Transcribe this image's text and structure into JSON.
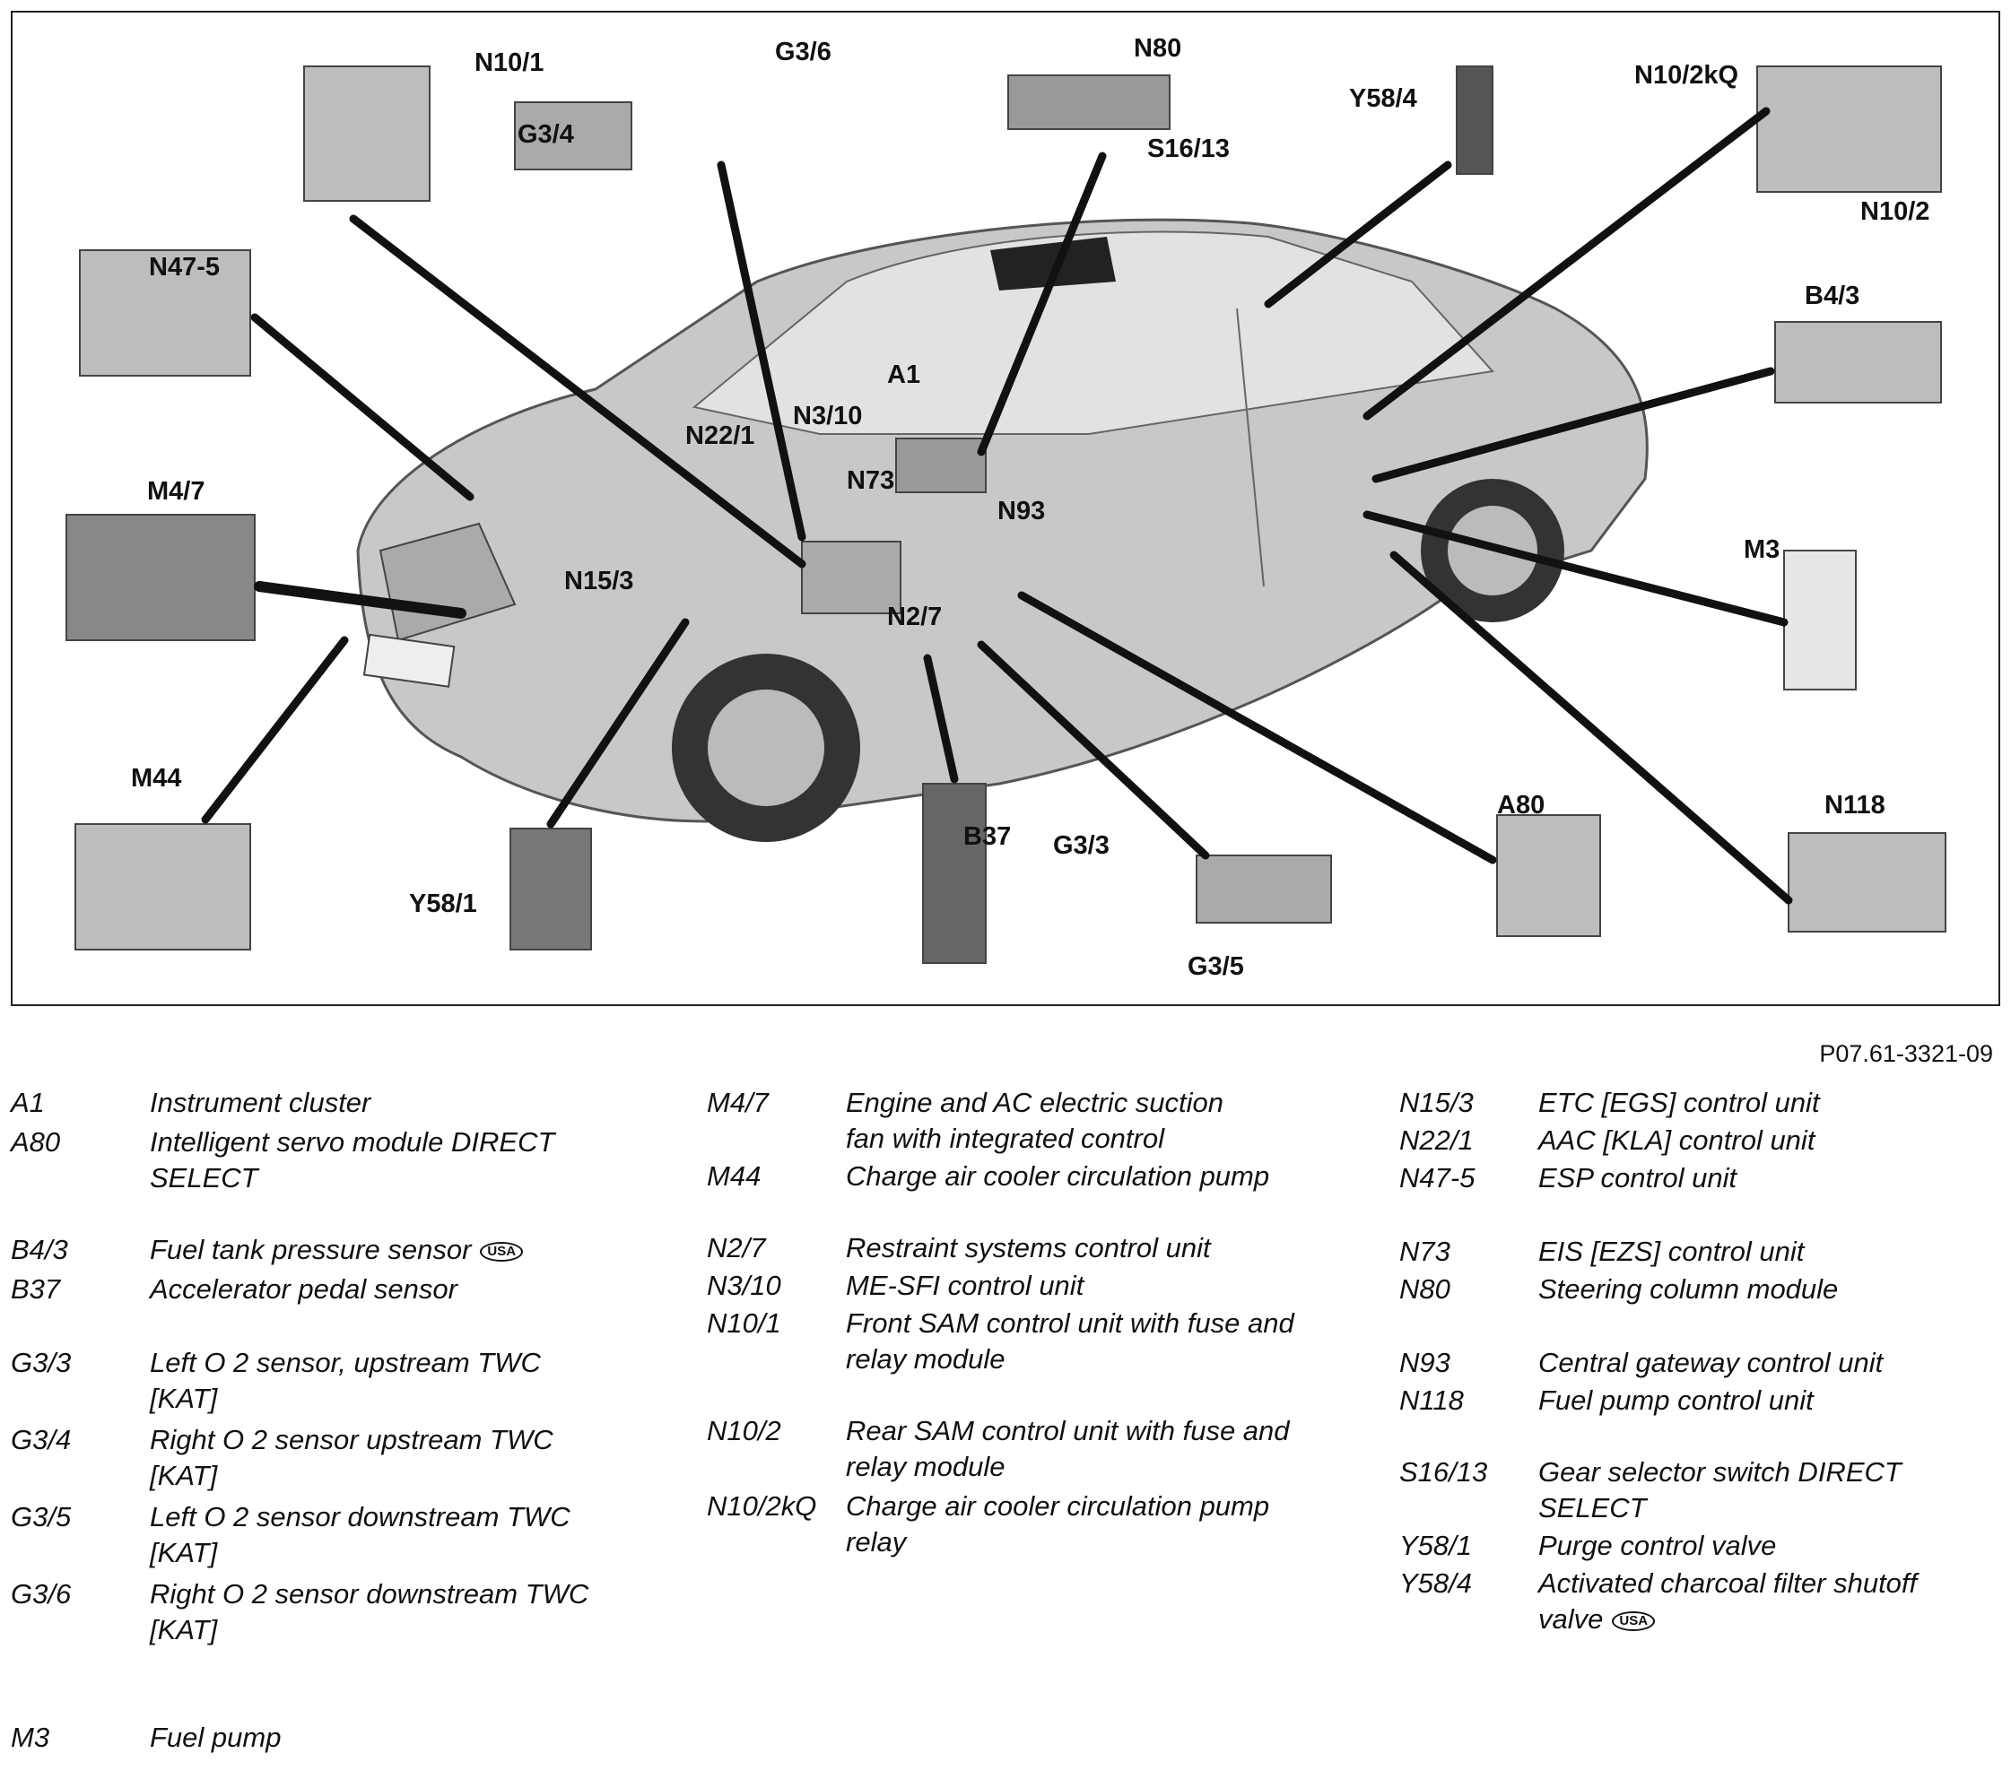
{
  "figure_id": "P07.61-3321-09",
  "callouts": [
    "N10/1",
    "G3/6",
    "G3/4",
    "N80",
    "S16/13",
    "Y58/4",
    "N10/2kQ",
    "N10/2",
    "N47-5",
    "B4/3",
    "A1",
    "N22/1",
    "N3/10",
    "N73",
    "N93",
    "M4/7",
    "N15/3",
    "N2/7",
    "M3",
    "M44",
    "A80",
    "N118",
    "B37",
    "G3/3",
    "Y58/1",
    "G3/5"
  ],
  "usa_badge": "USA",
  "legend": {
    "col1": [
      {
        "code": "A1",
        "desc": "Instrument cluster"
      },
      {
        "code": "A80",
        "desc": "Intelligent servo module DIRECT SELECT"
      },
      {
        "code": "B4/3",
        "desc": "Fuel tank pressure sensor"
      },
      {
        "code": "B37",
        "desc": "Accelerator pedal sensor"
      },
      {
        "code": "G3/3",
        "desc": "Left O 2 sensor, upstream TWC [KAT]"
      },
      {
        "code": "G3/4",
        "desc": "Right O 2 sensor upstream TWC [KAT]"
      },
      {
        "code": "G3/5",
        "desc": "Left O 2 sensor downstream TWC [KAT]"
      },
      {
        "code": "G3/6",
        "desc": "Right O 2 sensor downstream TWC [KAT]"
      },
      {
        "code": "M3",
        "desc": "Fuel pump"
      }
    ],
    "col2": [
      {
        "code": "M4/7",
        "desc": "Engine and AC electric suction fan with integrated control"
      },
      {
        "code": "M44",
        "desc": "Charge air cooler circulation pump"
      },
      {
        "code": "N2/7",
        "desc": "Restraint systems control unit"
      },
      {
        "code": "N3/10",
        "desc": "ME-SFI control unit"
      },
      {
        "code": "N10/1",
        "desc": "Front SAM control unit with fuse and relay module"
      },
      {
        "code": "N10/2",
        "desc": "Rear SAM control unit with fuse and relay module"
      },
      {
        "code": "N10/2kQ",
        "desc": "Charge air cooler circulation pump relay"
      }
    ],
    "col3": [
      {
        "code": "N15/3",
        "desc": "ETC [EGS] control unit"
      },
      {
        "code": "N22/1",
        "desc": "AAC [KLA] control unit"
      },
      {
        "code": "N47-5",
        "desc": "ESP control unit"
      },
      {
        "code": "N73",
        "desc": "EIS [EZS] control unit"
      },
      {
        "code": "N80",
        "desc": "Steering column module"
      },
      {
        "code": "N93",
        "desc": "Central gateway control unit"
      },
      {
        "code": "N118",
        "desc": "Fuel pump control unit"
      },
      {
        "code": "S16/13",
        "desc": "Gear selector switch DIRECT SELECT"
      },
      {
        "code": "Y58/1",
        "desc": "Purge control valve"
      },
      {
        "code": "Y58/4",
        "desc": "Activated charcoal filter shutoff valve"
      }
    ]
  }
}
